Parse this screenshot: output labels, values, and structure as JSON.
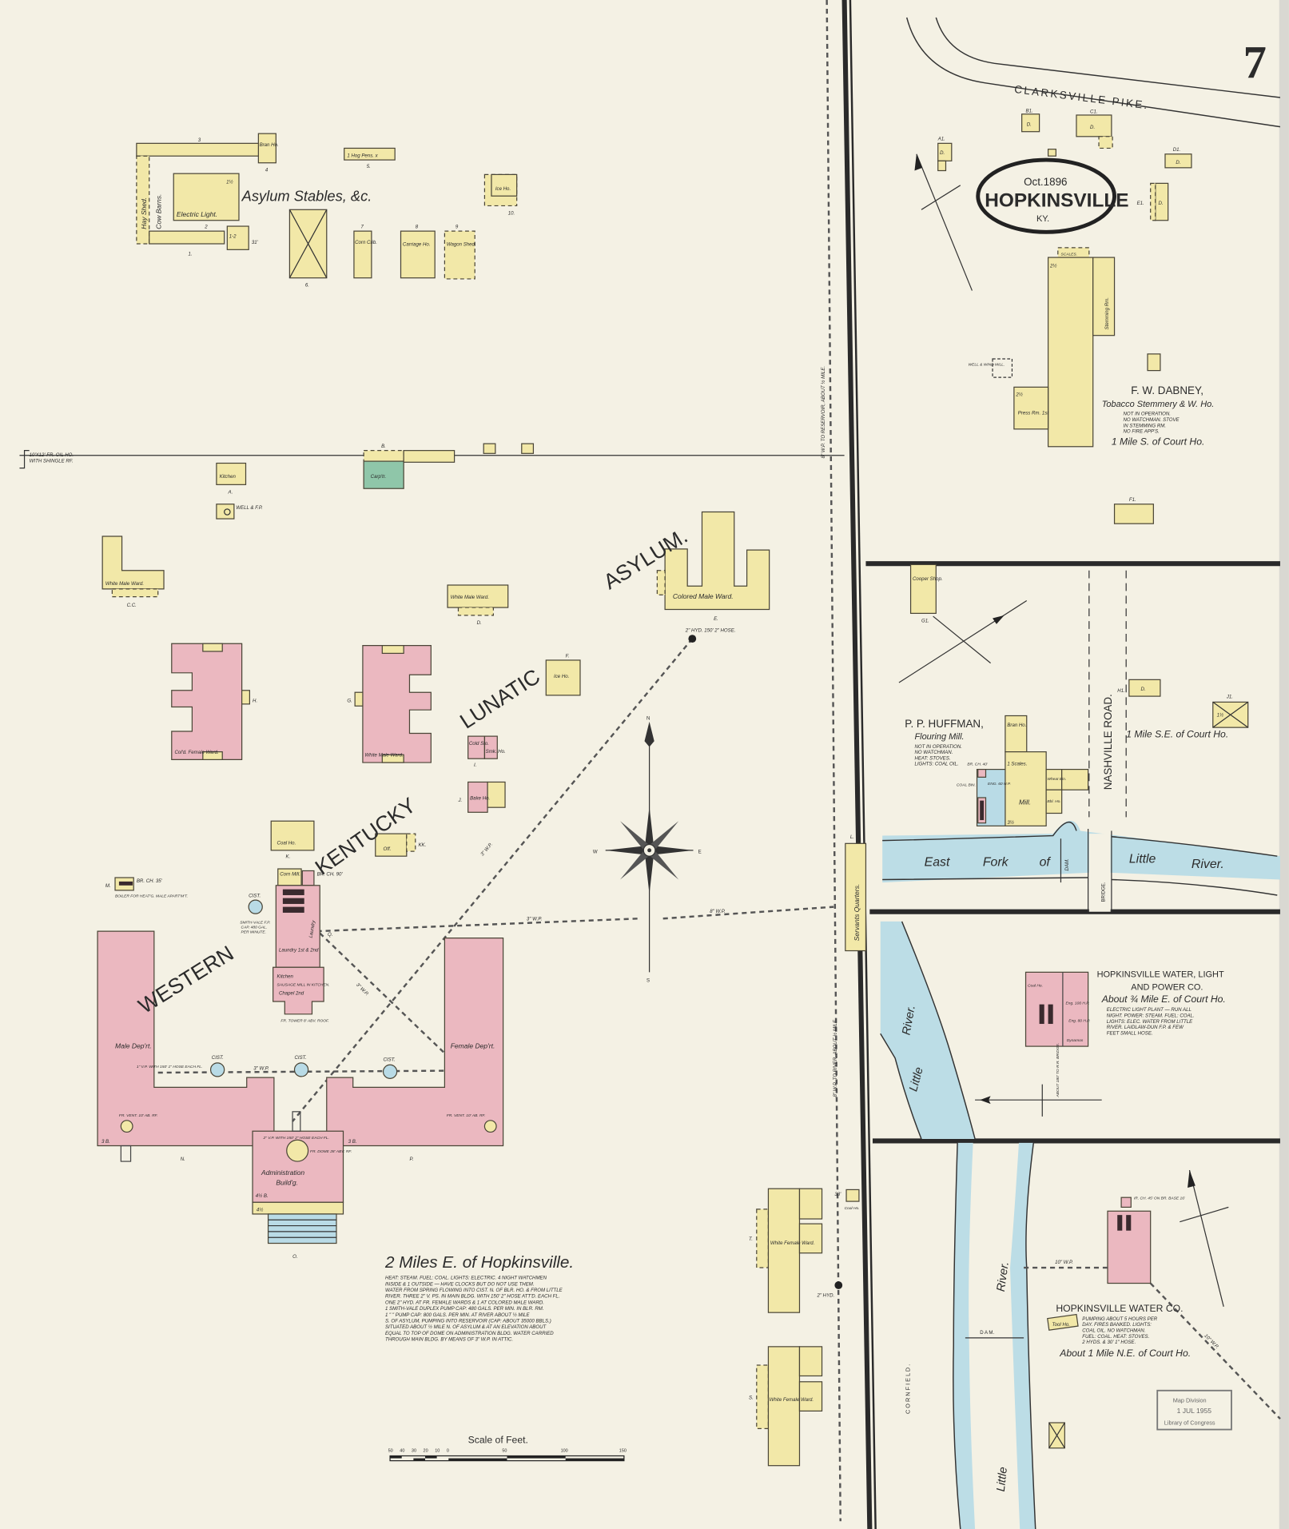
{
  "sheet": {
    "page_number": "7",
    "date": "Oct.1896",
    "city": "HOPKINSVILLE",
    "state": "KY."
  },
  "roads": {
    "clarksville_pike": "CLARKSVILLE PIKE.",
    "nashville_road": "NASHVILLE ROAD.",
    "bridge": "BRIDGE.",
    "dam": "DAM.",
    "dam2": "D A M."
  },
  "rivers": {
    "east_fork": [
      "East",
      "Fork",
      "of",
      "Little",
      "River."
    ],
    "little_river_a": [
      "Little",
      "River."
    ],
    "little_river_b": [
      "Little",
      "River."
    ],
    "corn_field": "C O R N   F I E L D ."
  },
  "pipes": {
    "to_reservoir": "8\" W.P. TO RESERVOIR, ABOUT ½ MILE.",
    "to_river": "8\" W.P. TO RIVER, ABOUT ½ MILE.",
    "wp3a": "3\" W.P.",
    "wp3b": "3\" W.P.",
    "wp3c": "3\" W.P.",
    "wp3d": "3\" W.P.",
    "wp8": "8\" W.P.",
    "wp10a": "10\" W.P.",
    "wp10b": "10\" W.P.",
    "hyd_top": "2\" HYD. 150' 2\" HOSE.",
    "hyd_bottom": "2\" HYD."
  },
  "asylum": {
    "name_words": [
      "WESTERN",
      "KENTUCKY",
      "LUNATIC",
      "ASYLUM."
    ],
    "stables_title": "Asylum Stables, &c.",
    "stables": {
      "hay_shed": "Hay Shed.",
      "cow_barns": "Cow Barns.",
      "electric_light": "Electric Light.",
      "bran_ho": "Bran Ho.",
      "hog_pens": "1 Hog Pens. x",
      "corn_crib": "Corn Crib.",
      "carriage_ho": "Carriage Ho.",
      "wagon_shed": "Wagon Shed.",
      "ice_ho": "Ice Ho.",
      "numbers": [
        "1.",
        "2",
        "3",
        "4",
        "5.",
        "6.",
        "7",
        "8",
        "9",
        "10."
      ],
      "dim_31": "31'",
      "stories_1_2": "1-2",
      "stories_half": "1½"
    },
    "oil_house": [
      "10'X12' FR. OIL HO.",
      "WITH SHINGLE RF."
    ],
    "kitchen": "Kitchen",
    "kitchen_letter": "A.",
    "well": "WELL & F.P.",
    "carpenter": "Carp'tr.",
    "carpenter_letter": "B.",
    "wards": {
      "cc": "White Male Ward.",
      "cc_letter": "C.C.",
      "d": "White Male Ward.",
      "d_letter": "D.",
      "cold_female": "Col'd. Female Ward.",
      "h_letter": "H.",
      "white_male_g": "White Male Ward.",
      "g_letter": "G.",
      "colored_male": "Colored Male Ward.",
      "e_letter": "E.",
      "white_female_t": "White Female Ward.",
      "t_letter": "T.",
      "white_female_s": "White Female Ward.",
      "s_letter": "S."
    },
    "ice_ho_f": "Ice Ho.",
    "f_letter": "F.",
    "cold_sto": "Cold Sto.",
    "smk_ho": "Smk. Ho.",
    "i_letter": "I.",
    "bake_ho": "Bake Ho.",
    "j_letter": "J.",
    "coal_ho": "Coal Ho.",
    "k_letter": "K.",
    "office": "Off.",
    "kk_letter": "KK.",
    "boiler": "BOILER FOR HEAT'G. MALE APART'M'T.",
    "m_letter": "M.",
    "boiler_ch": "BR. CH. 35'",
    "corn_mill": "Corn Mill.",
    "br_ch_90": "BR. CH. 90'",
    "laundry": "Laundry 1st & 2nd",
    "laundry_side": "Laundry",
    "q_letter": "Q.",
    "kitchen_chapel": [
      "Kitchen",
      "SAUSAGE MILL IN KITCHEN.",
      "Chapel 2nd"
    ],
    "fr_tower": "FR. TOWER 8' ABV. ROOF.",
    "smith_vale": "SMITH-VALE F.P. CAP. 480 GAL. PER MINUTE.",
    "cisterns": [
      "CIST.",
      "CIST.",
      "CIST.",
      "CIST."
    ],
    "male_dept": "Male Dep'rt.",
    "female_dept": "Female Dep'rt.",
    "admin": [
      "Administration",
      "Build'g."
    ],
    "admin_stories": "4½ B.",
    "porch": "4½",
    "o_letter": "O.",
    "n_letter": "N.",
    "p_letter": "P.",
    "sb_left": "3 B.",
    "sb_right": "3 B.",
    "fr_vent_left": "FR. VENT. 10' AB. RF.",
    "fr_vent_right": "FR. VENT. 10' AB. RF.",
    "fr_dome": "FR. DOME 28' ABV. RF.",
    "vp_male": "1\" V.P. WITH 150' 1\" HOSE EACH FL.",
    "vp_admin": "2\" V.P. WITH 150' 2\" HOSE EACH FL.",
    "servants": "Servants Quarters.",
    "l_letter": "L.",
    "coal_ho_small": "Coal Ho.",
    "dim_38": "38'",
    "location": "2 Miles E. of Hopkinsville.",
    "notes": [
      "HEAT: STEAM. FUEL: COAL. LIGHTS: ELECTRIC. 4 NIGHT WATCHMEN",
      "INSIDE & 1 OUTSIDE — HAVE CLOCKS BUT DO NOT USE THEM.",
      "WATER FROM SPRING FLOWING INTO CIST. N. OF BLR. HO. & FROM LITTLE",
      "RIVER. THREE 2\" V. PS. IN MAIN BLDG. WITH 150' 2\" HOSE ATT'D. EACH FL.",
      "ONE 2\" HYD. AT FR. FEMALE WARDS & 1 AT COLORED MALE WARD.",
      "1 SMITH-VALE DUPLEX PUMP CAP: 480 GALS. PER MIN. IN BLR. RM.",
      "1   \"      \"   PUMP CAP: 800 GALS. PER MIN. AT RIVER ABOUT ½ MILE",
      "S. OF ASYLUM, PUMPING INTO RESERVOIR (CAP: ABOUT 35000 BBLS.)",
      "SITUATED ABOUT ½ MILE N. OF ASYLUM & AT AN ELEVATION ABOUT",
      "EQUAL TO TOP OF DOME ON ADMINISTRATION BLDG. WATER CARRIED",
      "THROUGH MAIN BLDG. BY MEANS OF 3\" W.P. IN ATTIC."
    ]
  },
  "compass": {
    "n": "N",
    "s": "S",
    "e": "E",
    "w": "W"
  },
  "scale": {
    "title": "Scale of Feet.",
    "ticks": [
      "50",
      "40",
      "30",
      "20",
      "10",
      "0",
      "50",
      "100",
      "150"
    ]
  },
  "dabney": {
    "name": "F. W. DABNEY,",
    "subtitle": "Tobacco Stemmery & W. Ho.",
    "notes": [
      "NOT IN OPERATION.",
      "NO WATCHMAN. STOVE",
      "IN STEMMING RM.",
      "NO FIRE APP'S."
    ],
    "location": "1 Mile S. of Court Ho.",
    "scales": "SCALES.",
    "stemming": "Stemming Rm.",
    "press": "Press Rm. 1st",
    "stories": "2½",
    "stories2": "2½",
    "well": "WELL & WIND MILL.",
    "dwellings": [
      "D.",
      "D.",
      "D.",
      "D.",
      "D."
    ],
    "letters": [
      "A1.",
      "B1.",
      "C1.",
      "D1.",
      "E1.",
      "F1."
    ]
  },
  "huffman": {
    "name": "P. P. HUFFMAN,",
    "subtitle": "Flouring Mill.",
    "notes": [
      "NOT IN OPERATION.",
      "NO WATCHMAN.",
      "HEAT: STOVES.",
      "LIGHTS: COAL OIL."
    ],
    "location": "1 Mile S.E. of Court Ho.",
    "cooper": "Cooper Shop.",
    "g1": "G1.",
    "bran": "Bran Ho.",
    "scales": "1 Scales.",
    "wheat": "Wheat Bin.",
    "bbl": "Bbl. Ho.",
    "mill": "Mill.",
    "mill_stories": "3½",
    "eng": "ENG. 60 H.P.",
    "coal_bin": "COAL BIN.",
    "br_ch": "BR. CH. 40'",
    "h1": "H1.",
    "d": "D.",
    "j1": "J1.",
    "j1_stories": "1½"
  },
  "water_light": {
    "name": "HOPKINSVILLE WATER, LIGHT",
    "name2": "AND POWER CO.",
    "location": "About ¾ Mile E. of Court Ho.",
    "notes": [
      "ELECTRIC LIGHT PLANT — RUN ALL",
      "NIGHT. POWER: STEAM. FUEL: COAL.",
      "LIGHTS: ELEC. WATER FROM LITTLE",
      "RIVER. LAIDLAW-DUN F.P. & FEW",
      "FEET SMALL HOSE."
    ],
    "bridge_note": "ABOUT 180' TO R.R. BRIDGE.",
    "rooms": [
      "Coal Ho.",
      "Eng. 100 H.P.",
      "Eng. 80 H.P.",
      "Dynamos"
    ]
  },
  "water_co": {
    "name": "HOPKINSVILLE WATER CO.",
    "notes": [
      "PUMPING ABOUT 5 HOURS PER",
      "DAY. FIRES BANKED. LIGHTS:",
      "COAL OIL. NO WATCHMAN.",
      "FUEL: COAL. HEAT: STOVES.",
      "2 HYDS. & 30' 1\" HOSE."
    ],
    "location": "About 1 Mile N.E. of Court Ho.",
    "tool_ho": "Tool Ho.",
    "chimney": "IR. CH. 45' ON BR. BASE 16'"
  },
  "stamp": {
    "line1": "Map Division",
    "line2": "1 JUL 1955",
    "line3": "Library of Congress"
  },
  "colors": {
    "paper": "#f4f1e4",
    "frame": "#f2e8a8",
    "brick": "#ebb8c0",
    "stone": "#b9dbe6",
    "special": "#8fc6a9",
    "water": "#bcdde6"
  }
}
